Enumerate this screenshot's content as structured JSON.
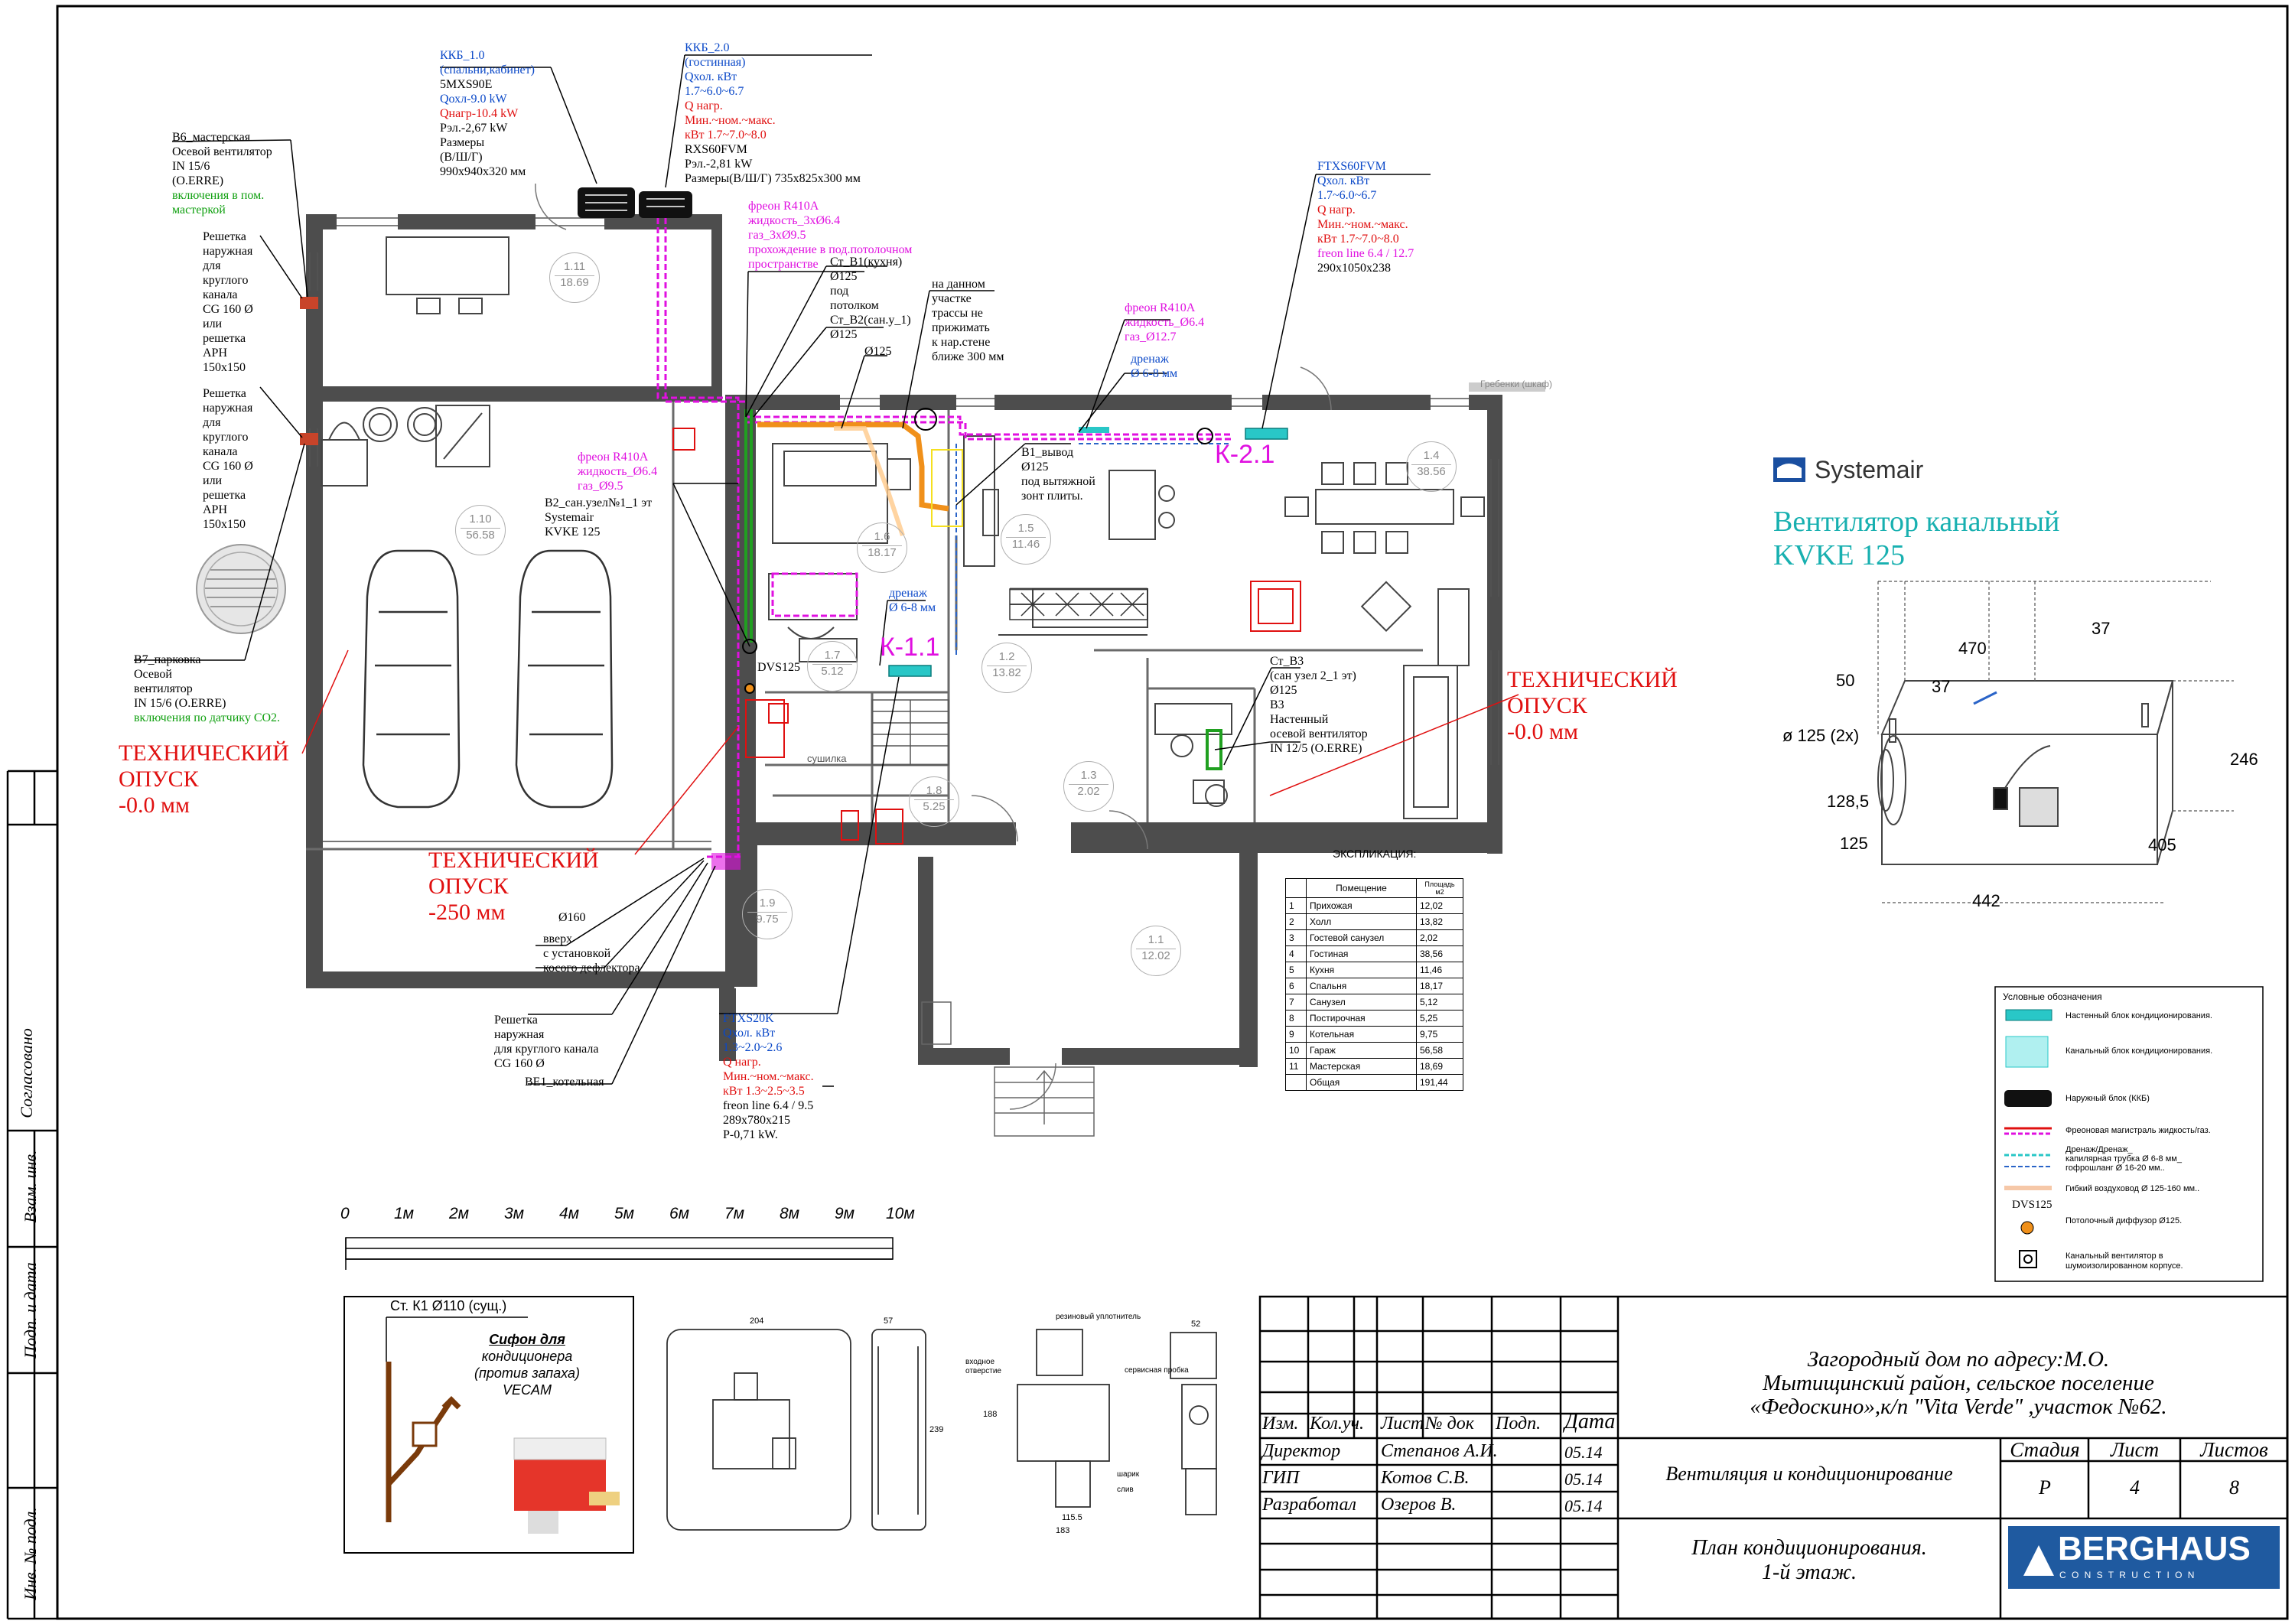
{
  "colors": {
    "wall": "#4a4a4a",
    "red": "#e01010",
    "blue": "#0a48c8",
    "magenta": "#e010e0",
    "green": "#10a010",
    "orange": "#f0901a",
    "teal": "#20b8b8"
  },
  "kkb1": {
    "title": "ККБ_1.0",
    "room": "(спальни,кабинет)",
    "model": "5MXS90E",
    "qcool": "Qохл-9.0 kW",
    "qheat": "Qнагр-10.4 kW",
    "pel": "Рэл.-2,67 kW",
    "dims_label": "Размеры",
    "dims_axes": "(В/Ш/Г)",
    "dims": "990x940x320 мм"
  },
  "kkb2": {
    "title": "ККБ_2.0",
    "room": "(гостинная)",
    "qcool_label": "Qхол. кВт",
    "qcool": "1.7~6.0~6.7",
    "qheat_label": "Q нагр.",
    "range": "Мин.~ном.~макс.",
    "qheat": "кВт   1.7~7.0~8.0",
    "model": "RXS60FVM",
    "pel": "Рэл.-2,81 kW",
    "dims": "Размеры(В/Ш/Г) 735x825x300 мм"
  },
  "ftxs60": {
    "title": "FTXS60FVM",
    "qcool_label": "Qхол. кВт",
    "qcool": "1.7~6.0~6.7",
    "qheat_label": "Q нагр.",
    "range": "Мин.~ном.~макс.",
    "qheat": "кВт   1.7~7.0~8.0",
    "freon": "freon line 6.4 / 12.7",
    "dims": "290x1050x238"
  },
  "ftxs20": {
    "title": "FTXS20K",
    "qcool_label": "Qхол. кВт",
    "qcool": "1.3~2.0~2.6",
    "qheat_label": "Q нагр.",
    "range": "Мин.~ном.~макс.",
    "qheat": "кВт   1.3~2.5~3.5",
    "freon": "freon line 6.4 / 9.5",
    "dims": "289x780x215",
    "pel": "Р-0,71 kW."
  },
  "b6": {
    "l1": "В6_мастерская",
    "l2": "Осевой вентилятор",
    "l3": "IN 15/6",
    "l4": "(O.ERRE)",
    "g1": "включения в пом.",
    "g2": "мастеркой"
  },
  "grille1": [
    "Решетка",
    "наружная",
    "для",
    "круглого",
    "канала",
    "CG 160 Ø",
    "или",
    "решетка",
    "APH",
    "150x150"
  ],
  "b7": {
    "l1": "В7_парковка",
    "l2": "Осевой",
    "l3": "вентилятор",
    "l4": "IN 15/6 (O.ERRE)",
    "g1": "включения  по датчику  СО2."
  },
  "tech": {
    "t1": "ТЕХНИЧЕСКИЙ",
    "t2": "ОПУСК",
    "v1": "-0.0 мм",
    "v2": "-250 мм"
  },
  "freon1": {
    "a": "фреон R410A",
    "b": "жидкость_3xØ6.4",
    "c": "газ_3xØ9.5",
    "d": "прохождение в под.потолочном",
    "e": "пространстве"
  },
  "freon2": {
    "a": "фреон R410A",
    "b": "жидкость_Ø6.4",
    "c": "газ_Ø12.7"
  },
  "freon3": {
    "a": "фреон R410A",
    "b": "жидкость_Ø6.4",
    "c": "газ_Ø9.5"
  },
  "drain1": {
    "a": "дренаж",
    "b": "Ø 6-8 мм"
  },
  "drain2": {
    "a": "дренаж",
    "b": "Ø 6-8 мм"
  },
  "st": {
    "b1": "Ст_В1(кухня)",
    "b1d": "Ø125",
    "b1e": "под",
    "b1f": "потолком",
    "b2": "Ст_В2(сан.у_1)",
    "b2d": "Ø125",
    "b125": "Ø125"
  },
  "note": {
    "a": "на данном",
    "b": "участке",
    "c": "трассы не",
    "d": "прижимать",
    "e": "к нар.стене",
    "f": "ближе 300 мм"
  },
  "v1": {
    "a": "В1_вывод",
    "b": "Ø125",
    "c": "под вытяжной",
    "d": "зонт плиты."
  },
  "b2": {
    "a": "В2_сан.узел№1_1 эт",
    "b": "Systemair",
    "c": "KVKE 125"
  },
  "dvs": "DVS125",
  "b3": {
    "a": "Ст_В3",
    "b": "(сан узел 2_1 эт)",
    "c": "Ø125",
    "d": "В3",
    "e": "Настенный",
    "f": "осевой вентилятор",
    "g": "IN 12/5 (O.ERRE)"
  },
  "d160": "Ø160",
  "up": {
    "a": "вверх",
    "b": "с установкой",
    "c": "косого дефлектора"
  },
  "grille2": {
    "a": "Решетка",
    "b": "наружная",
    "c": "для круглого канала",
    "d": "CG 160 Ø"
  },
  "be1": "ВЕ1_котельная",
  "k11": "К-1.1",
  "k21": "К-2.1",
  "comb": "Гребенки (шкаф)",
  "sushilka": "сушилка",
  "rooms": [
    {
      "n": "1.11",
      "s": "18.69"
    },
    {
      "n": "1.10",
      "s": "56.58"
    },
    {
      "n": "1.6",
      "s": "18.17"
    },
    {
      "n": "1.5",
      "s": "11.46"
    },
    {
      "n": "1.4",
      "s": "38.56"
    },
    {
      "n": "1.7",
      "s": "5.12"
    },
    {
      "n": "1.2",
      "s": "13.82"
    },
    {
      "n": "1.8",
      "s": "5.25"
    },
    {
      "n": "1.3",
      "s": "2.02"
    },
    {
      "n": "1.9",
      "s": "9.75"
    },
    {
      "n": "1.1",
      "s": "12.02"
    }
  ],
  "expl": {
    "title": "ЭКСПЛИКАЦИЯ:",
    "h1": "Помещение",
    "h2": "Площадь м2",
    "rows": [
      [
        "1",
        "Прихожая",
        "12,02"
      ],
      [
        "2",
        "Холл",
        "13,82"
      ],
      [
        "3",
        "Гостевой санузел",
        "2,02"
      ],
      [
        "4",
        "Гостиная",
        "38,56"
      ],
      [
        "5",
        "Кухня",
        "11,46"
      ],
      [
        "6",
        "Спальня",
        "18,17"
      ],
      [
        "7",
        "Санузел",
        "5,12"
      ],
      [
        "8",
        "Постирочная",
        "5,25"
      ],
      [
        "9",
        "Котельная",
        "9,75"
      ],
      [
        "10",
        "Гараж",
        "56,58"
      ],
      [
        "11",
        "Мастерская",
        "18,69"
      ],
      [
        "",
        "Общая",
        "191,44"
      ]
    ]
  },
  "systemair": {
    "brand": "Systemair",
    "t1": "Вентилятор канальный",
    "t2": "KVKE 125",
    "d470": "470",
    "d37a": "37",
    "d50": "50",
    "d37b": "37",
    "d125": "ø 125 (2x)",
    "d128": "128,5",
    "d125b": "125",
    "d442": "442",
    "d405": "405",
    "d246": "246"
  },
  "legend": {
    "title": "Условные обозначения",
    "i1": "Настенный блок кондиционирования.",
    "i2": "Канальный блок кондиционирования.",
    "i3": "Наружный блок (ККБ)",
    "i4": "Фреоновая магистраль  жидкость/газ.",
    "i5a": "Дренаж/Дренаж_",
    "i5b": "капилярная трубка Ø 6-8 мм_",
    "i5c": "гофрошланг Ø 16-20 мм..",
    "i6": "Гибкий воздуховод Ø 125-160 мм..",
    "i7l": "DVS125",
    "i7": "Потолочный диффузор Ø125.",
    "i8a": "Канальный вентилятор в",
    "i8b": "шумоизолированном корпусе."
  },
  "scale": [
    "0",
    "1м",
    "2м",
    "3м",
    "4м",
    "5м",
    "6м",
    "7м",
    "8м",
    "9м",
    "10м"
  ],
  "siphon": {
    "k1": "Ст. К1 Ø110 (сущ.)",
    "a": "Сифон для",
    "b": "кондиционера",
    "c": "(против запаха)",
    "d": "VECAM"
  },
  "det": {
    "d204": "204",
    "d57": "57",
    "d239": "239",
    "d52": "52",
    "d188": "188",
    "d1155": "115.5",
    "d183": "183",
    "r1": "резиновый уплотнитель",
    "r2": "сервисная пробка",
    "r3": "входное",
    "r4": "отверстие",
    "r5": "шарик",
    "r6": "слив"
  },
  "sidebar": {
    "s1": "Согласовано",
    "s2": "Взам. инв.",
    "s3": "Подп. и дата",
    "s4": "Инв. № подл."
  },
  "title": {
    "addr1": "Загородный дом по адресу:М.О.",
    "addr2": "Мытищинский район, сельское поселение",
    "addr3": "«Федоскино»,к/п \"Vita Verde\" ,участок №62.",
    "h_izm": "Изм.",
    "h_kol": "Кол.уч.",
    "h_list": "Лист",
    "h_doc": "№ док",
    "h_podp": "Подп.",
    "h_date": "Дата",
    "r1a": "Директор",
    "r1b": "Степанов А.И.",
    "r1d": "05.14",
    "r2a": "ГИП",
    "r2b": "Котов С.В.",
    "r2d": "05.14",
    "r3a": "Разработал",
    "r3b": "Озеров В.",
    "r3d": "05.14",
    "section": "Вентиляция и кондиционирование",
    "stage_h": "Стадия",
    "sheet_h": "Лист",
    "sheets_h": "Листов",
    "stage": "Р",
    "sheet": "4",
    "sheets": "8",
    "plan1": "План кондиционирования.",
    "plan2": "1-й этаж.",
    "logo": "BERGHAUS",
    "logo_sub": "C O N S T R U C T I O N"
  }
}
